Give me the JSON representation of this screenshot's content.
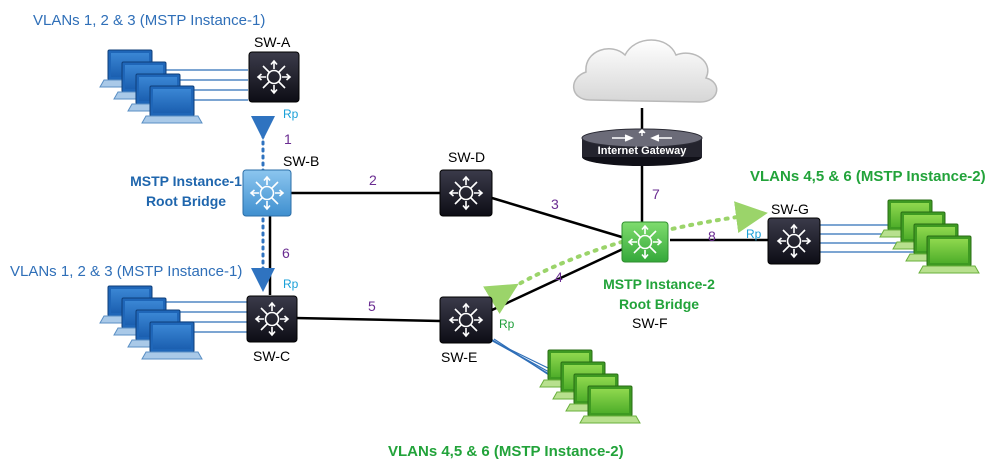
{
  "diagram": {
    "switches": {
      "a": "SW-A",
      "b": "SW-B",
      "c": "SW-C",
      "d": "SW-D",
      "e": "SW-E",
      "f": "SW-F",
      "g": "SW-G"
    },
    "links": [
      "1",
      "2",
      "3",
      "4",
      "5",
      "6",
      "7",
      "8"
    ],
    "root_port_label": "Rp",
    "vlan_groups": {
      "top_left": "VLANs 1, 2 & 3 (MSTP Instance-1)",
      "mid_left": "VLANs 1, 2 & 3 (MSTP Instance-1)",
      "right": "VLANs 4,5 & 6 (MSTP Instance-2)",
      "bottom": "VLANs 4,5 & 6 (MSTP Instance-2)"
    },
    "root_bridges": {
      "instance1_line1": "MSTP Instance-1",
      "instance1_line2": "Root Bridge",
      "instance2_line1": "MSTP Instance-2",
      "instance2_line2": "Root Bridge"
    },
    "gateway_label": "Internet Gateway",
    "icons": [
      "cloud-icon",
      "router-icon",
      "switch-icon",
      "laptop-icon"
    ],
    "colors": {
      "instance1": "#1f66ad",
      "instance2": "#22a33a",
      "link_numbers": "#6a2c91",
      "rp_blue": "#1aa0d8",
      "switch_dark": "#1c1c28",
      "switch_blue": "#5aa6df",
      "switch_green": "#4cc04c"
    }
  }
}
